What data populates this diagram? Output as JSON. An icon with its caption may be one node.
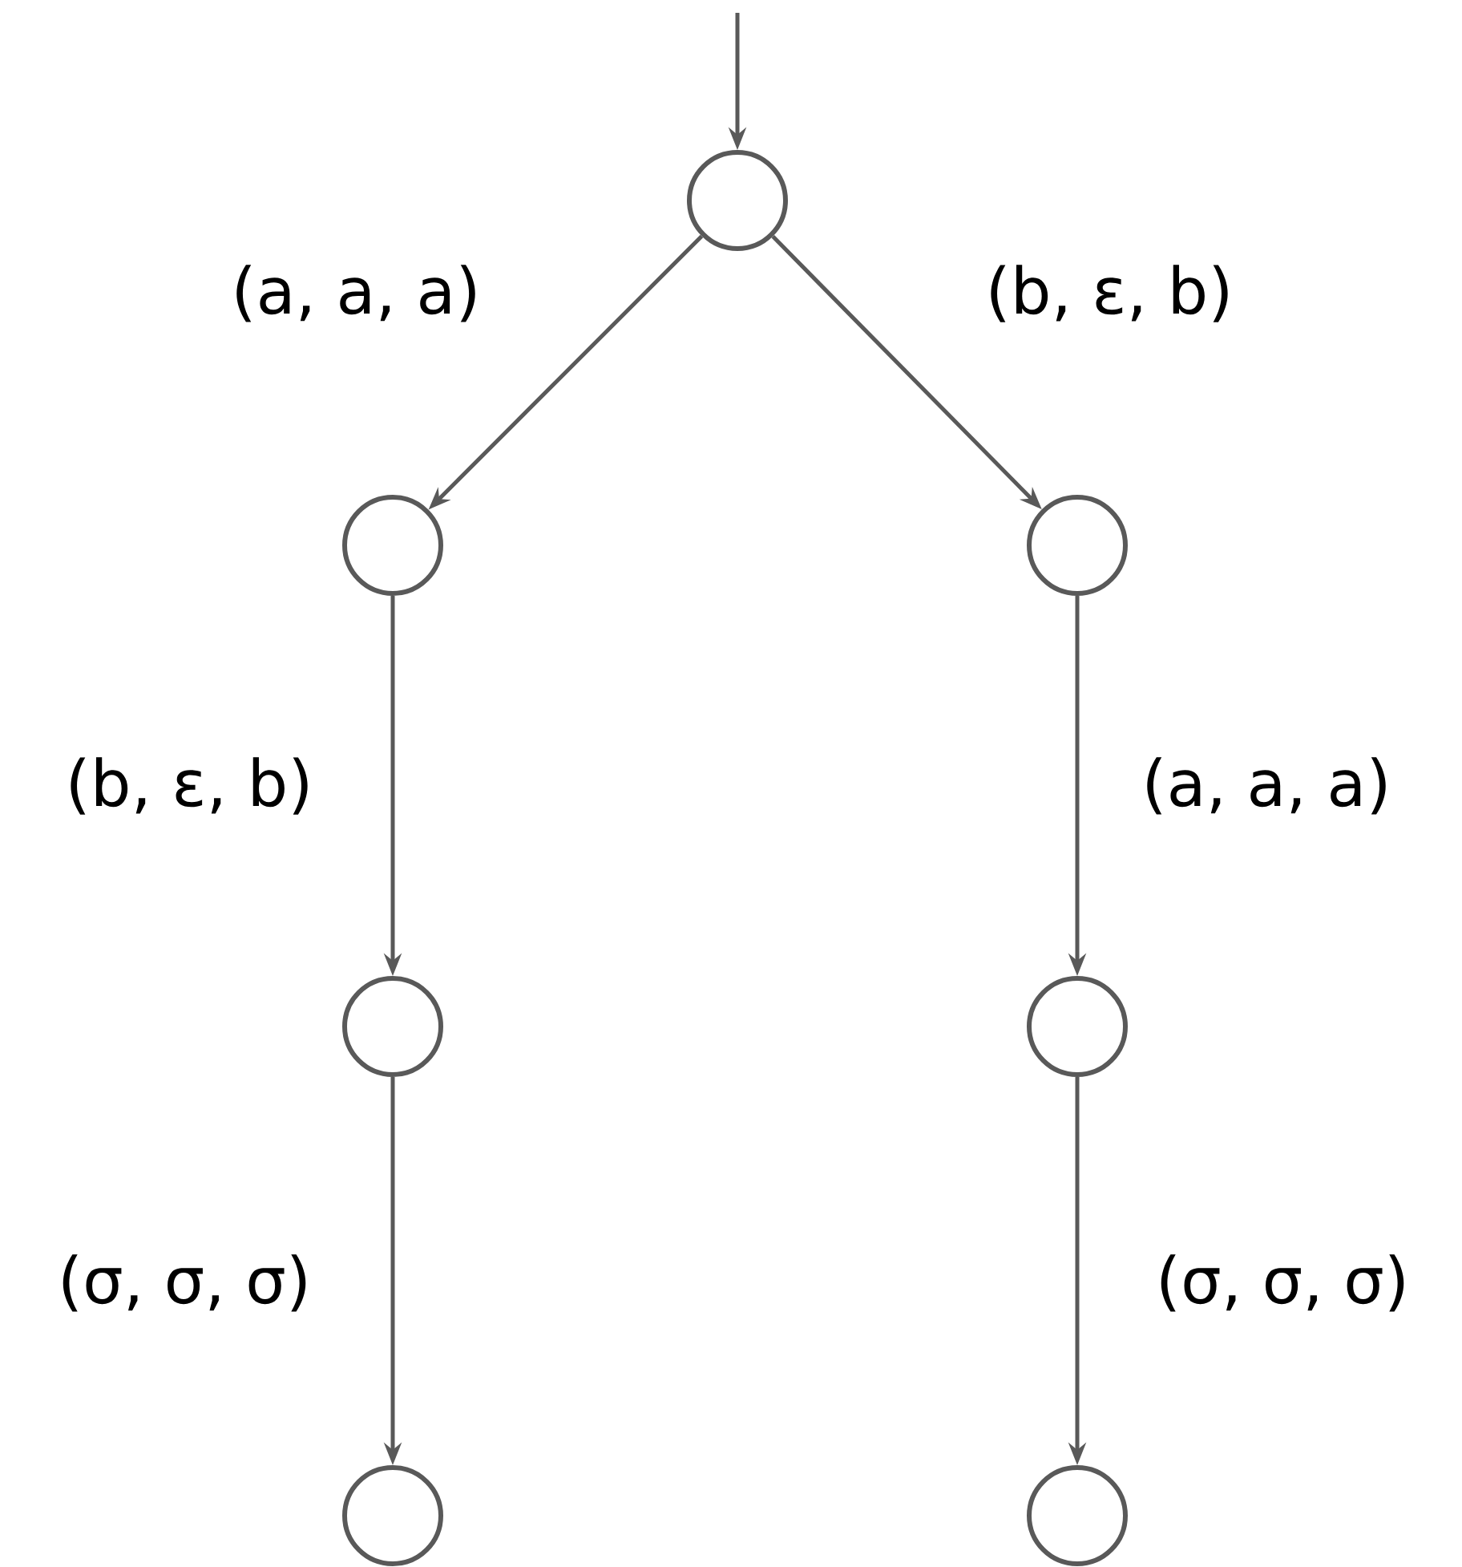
{
  "diagram": {
    "nodes": [
      {
        "text": [],
        "shape": "circle"
      },
      {
        "text": [],
        "shape": "circle"
      },
      {
        "text": [],
        "shape": "circle"
      },
      {
        "text": [],
        "shape": "circle"
      },
      {
        "text": [],
        "shape": "circle"
      },
      {
        "text": [],
        "shape": "circle"
      },
      {
        "text": [],
        "shape": "circle"
      }
    ],
    "edges": [
      {
        "from": null,
        "to": 0,
        "arrow": "to"
      },
      {
        "from": 0,
        "to": 1,
        "arrow": "to",
        "label": "(a, a, a)"
      },
      {
        "from": 0,
        "to": 2,
        "arrow": "to",
        "label": "(b, ε, b)"
      },
      {
        "from": 1,
        "to": 3,
        "arrow": "to",
        "label": "(b, ε, b)"
      },
      {
        "from": 2,
        "to": 4,
        "arrow": "to",
        "label": "(a, a, a)"
      },
      {
        "from": 3,
        "to": 5,
        "arrow": "to",
        "label": "(σ, σ, σ)"
      },
      {
        "from": 4,
        "to": 6,
        "arrow": "to",
        "label": "(σ, σ, σ)"
      }
    ]
  }
}
